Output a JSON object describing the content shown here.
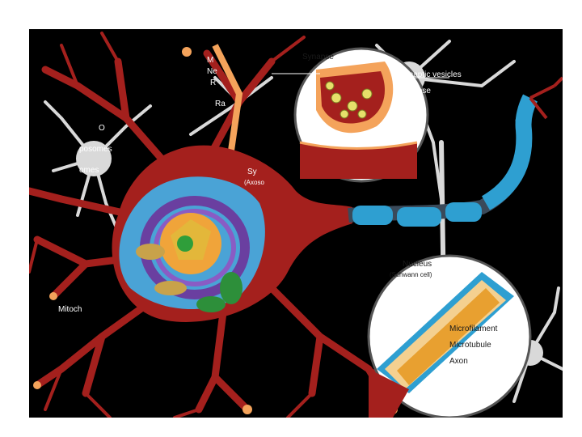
{
  "diagram": {
    "colors": {
      "background": "#000000",
      "cell_body": "#a4201d",
      "myelin": "#2e9fd1",
      "nucleus": "#f0a43a",
      "er": "#6a3fa0",
      "dendrite_glia": "#d8d8d8",
      "synapse_fill": "#f4a35b"
    },
    "labels": {
      "synapse": "Synapse",
      "synaptic_vesicles": "Synaptic vesicles",
      "synapse_line2": "Synapse",
      "m": "M",
      "ne": "Ne",
      "r": "R",
      "ra": "Ra",
      "o": "O",
      "posomes": "posomes",
      "somes": "omes",
      "sy": "Sy",
      "axosom": "(Axoso",
      "mitoch": "Mitoch",
      "nucleus": "Nucleus",
      "schwann": "(Schwann cell)",
      "microfilament": "Microfilament",
      "microtubule": "Microtubule",
      "axon": "Axon"
    },
    "icons": [
      "neuron-illustration",
      "synapse-inset",
      "axon-crosssection-inset"
    ]
  }
}
